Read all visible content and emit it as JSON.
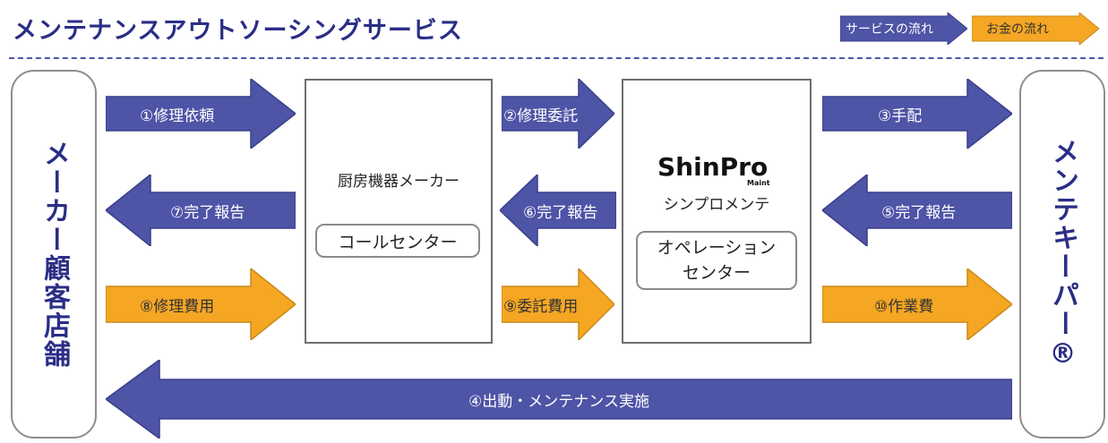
{
  "title": "メンテナンスアウトソーシングサービス",
  "legend": {
    "service_flow": "サービスの流れ",
    "money_flow": "お金の流れ"
  },
  "colors": {
    "service": "#4e54a6",
    "money": "#f5a623",
    "title": "#2a2e86"
  },
  "left_party": "メーカー顧客店舗",
  "right_party": "メンテキーパー®",
  "manufacturer": {
    "label": "厨房機器メーカー",
    "center": "コールセンター"
  },
  "shinpro": {
    "logo": "ShinPro",
    "logo_sub": "Maint",
    "name": "シンプロメンテ",
    "center_line1": "オペレーション",
    "center_line2": "センター"
  },
  "arrows": {
    "a1": "①修理依頼",
    "a2": "②修理委託",
    "a3": "③手配",
    "a4": "④出動・メンテナンス実施",
    "a5": "⑤完了報告",
    "a6": "⑥完了報告",
    "a7": "⑦完了報告",
    "a8": "⑧修理費用",
    "a9": "⑨委託費用",
    "a10": "⑩作業費"
  }
}
